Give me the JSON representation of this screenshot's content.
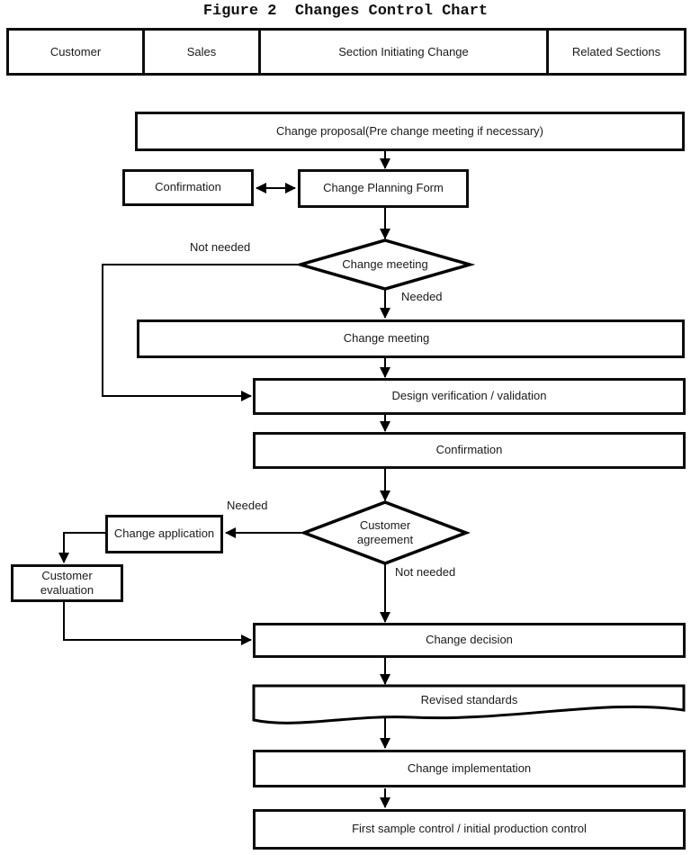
{
  "title": "Figure 2  Changes Control Chart",
  "lanes": [
    "Customer",
    "Sales",
    "Section Initiating Change",
    "Related Sections"
  ],
  "nodes": {
    "change_proposal": "Change proposal(Pre change meeting if necessary)",
    "confirmation_top": "Confirmation",
    "change_planning_form": "Change Planning Form",
    "change_meeting_decision": "Change meeting",
    "change_meeting": "Change meeting",
    "design_verification": "Design verification / validation",
    "confirmation_mid": "Confirmation",
    "customer_agreement_decision": "Customer agreement",
    "change_application": "Change application",
    "customer_evaluation": "Customer evaluation",
    "change_decision": "Change decision",
    "revised_standards": "Revised standards",
    "change_implementation": "Change implementation",
    "first_sample_control": "First sample control / initial production control"
  },
  "edge_labels": {
    "change_meeting_not_needed": "Not needed",
    "change_meeting_needed": "Needed",
    "customer_agreement_needed": "Needed",
    "customer_agreement_not_needed": "Not needed"
  },
  "colors": {
    "line": "#000000",
    "text": "#1a1a1a",
    "background": "#ffffff"
  }
}
